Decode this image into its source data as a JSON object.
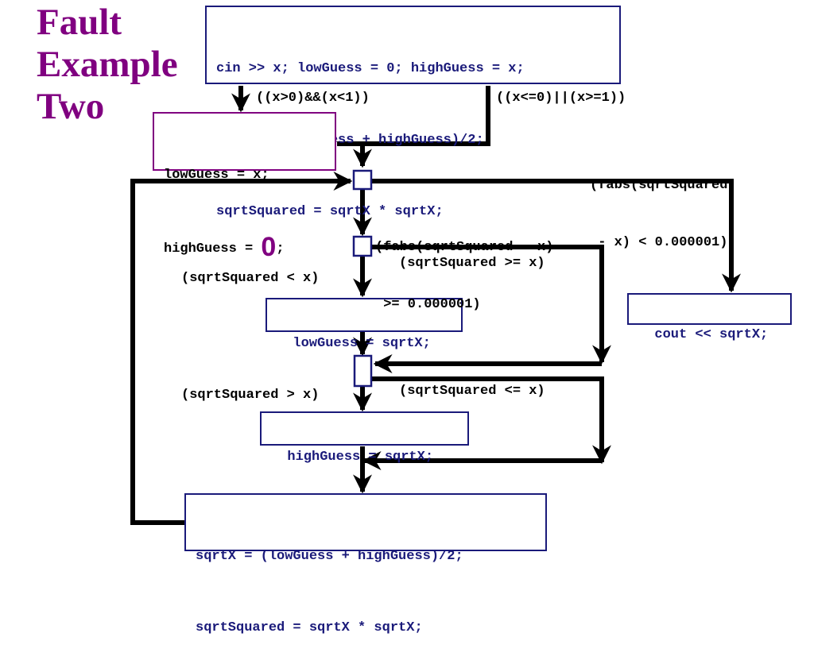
{
  "title": [
    "Fault",
    "Example",
    "Two"
  ],
  "colors": {
    "title": "#800080",
    "box_border": "#1a1a7a",
    "modified_border": "#800080",
    "edge": "#000000",
    "node_fill": "#ffffff"
  },
  "nodes": {
    "init": [
      "cin >> x; lowGuess = 0; highGuess = x;",
      "sqrtX = (lowGuess + highGuess)/2;",
      "sqrtSquared = sqrtX * sqrtX;"
    ],
    "fault": {
      "line1": "lowGuess = x;",
      "line2_prefix": "highGuess = ",
      "line2_value": "0",
      "line2_suffix": ";"
    },
    "low_update": "lowGuess = sqrtX;",
    "high_update": "highGuess = sqrtX;",
    "recompute": [
      "sqrtX = (lowGuess + highGuess)/2;",
      "sqrtSquared = sqrtX * sqrtX;"
    ],
    "output": "cout << sqrtX;"
  },
  "edge_labels": {
    "x_in_unit": "((x>0)&&(x<1))",
    "x_outside_unit": "((x<=0)||(x>=1))",
    "converged": [
      "(fabs(sqrtSquared",
      " - x) < 0.000001)"
    ],
    "not_converged": [
      "(fabs(sqrtSquared - x)",
      " >= 0.000001)"
    ],
    "square_less": "(sqrtSquared < x)",
    "square_ge": "(sqrtSquared >= x)",
    "square_greater": "(sqrtSquared > x)",
    "square_le": "(sqrtSquared <= x)"
  }
}
